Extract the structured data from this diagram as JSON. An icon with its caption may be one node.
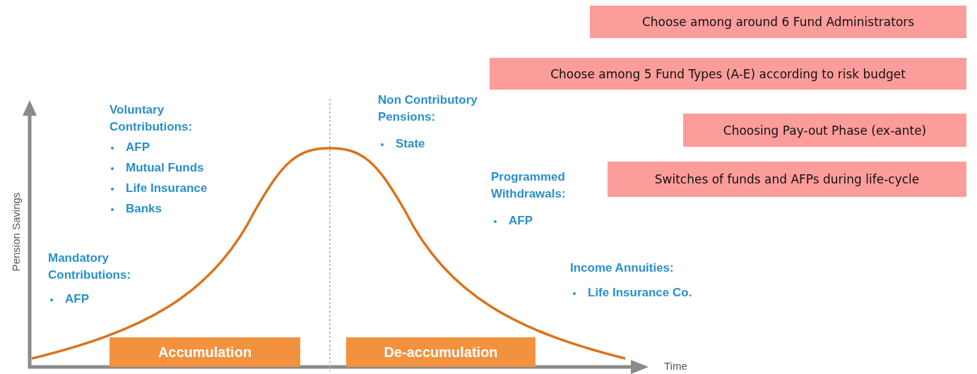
{
  "diagram": {
    "nodes": [
      {
        "text": [
          "Choose among around 6 Fund Administrators"
        ]
      },
      {
        "text": [
          "Choose among 5 Fund Types (A-E) according to risk budget"
        ]
      },
      {
        "text": [
          "Choosing Pay-out Phase (ex-ante)"
        ]
      },
      {
        "text": [
          "Switches of funds and AFPs during life-cycle"
        ]
      },
      {
        "text": [
          "Accumulation"
        ]
      },
      {
        "text": [
          "De-accumulation"
        ]
      }
    ],
    "labels": [
      "Pension Savings",
      "Voluntary Contributions:",
      "AFP",
      "Mutual Funds",
      "Life Insurance",
      "Banks",
      "Mandatory Contributions:",
      "AFP",
      "Non Contributory Pensions:",
      "State",
      "Programmed Withdrawals:",
      "AFP",
      "Income Annuities:",
      "Life Insurance Co.",
      "Time"
    ]
  }
}
